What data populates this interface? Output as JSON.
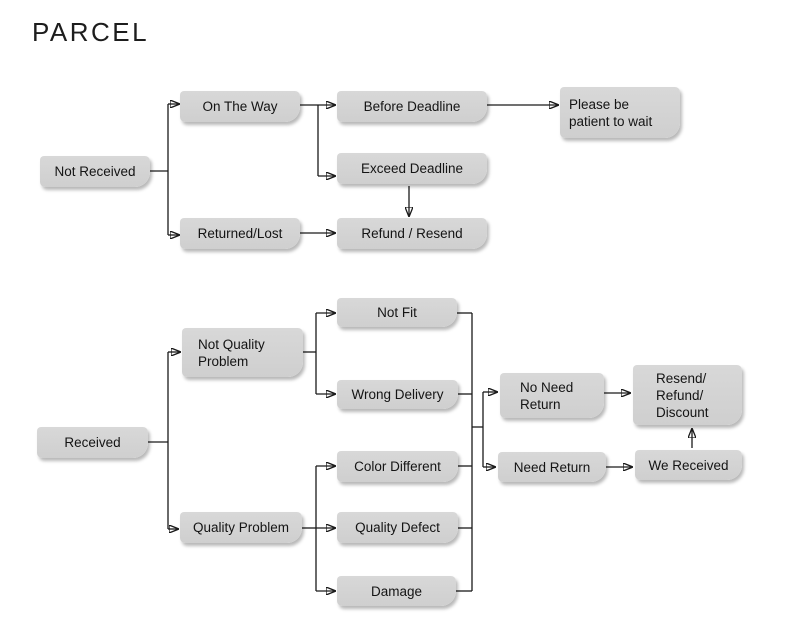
{
  "title": "PARCEL",
  "colors": {
    "background": "#ffffff",
    "node_fill": "#d3d3d3",
    "connector_line": "#1a1a1a",
    "text": "#141414"
  },
  "flowchart": {
    "nodes": {
      "not_received": {
        "label": "Not Received"
      },
      "on_the_way": {
        "label": "On The Way"
      },
      "before_deadline": {
        "label": "Before Deadline"
      },
      "please_wait": {
        "label": "Please be\npatient to wait"
      },
      "exceed_deadline": {
        "label": "Exceed Deadline"
      },
      "returned_lost": {
        "label": "Returned/Lost"
      },
      "refund_resend": {
        "label": "Refund / Resend"
      },
      "received": {
        "label": "Received"
      },
      "not_quality_problem": {
        "label": "Not Quality\nProblem"
      },
      "quality_problem": {
        "label": "Quality Problem"
      },
      "not_fit": {
        "label": "Not Fit"
      },
      "wrong_delivery": {
        "label": "Wrong Delivery"
      },
      "color_different": {
        "label": "Color Different"
      },
      "quality_defect": {
        "label": "Quality Defect"
      },
      "damage": {
        "label": "Damage"
      },
      "no_need_return": {
        "label": "No Need\nReturn"
      },
      "need_return": {
        "label": "Need Return"
      },
      "we_received": {
        "label": "We Received"
      },
      "resend_refund_discount": {
        "label": "Resend/\nRefund/\nDiscount"
      }
    },
    "edges": [
      [
        "not_received",
        "on_the_way"
      ],
      [
        "not_received",
        "returned_lost"
      ],
      [
        "on_the_way",
        "before_deadline"
      ],
      [
        "on_the_way",
        "exceed_deadline"
      ],
      [
        "before_deadline",
        "please_wait"
      ],
      [
        "exceed_deadline",
        "refund_resend"
      ],
      [
        "returned_lost",
        "refund_resend"
      ],
      [
        "received",
        "not_quality_problem"
      ],
      [
        "received",
        "quality_problem"
      ],
      [
        "not_quality_problem",
        "not_fit"
      ],
      [
        "not_quality_problem",
        "wrong_delivery"
      ],
      [
        "quality_problem",
        "color_different"
      ],
      [
        "quality_problem",
        "quality_defect"
      ],
      [
        "quality_problem",
        "damage"
      ],
      [
        "not_fit",
        "merge_junction"
      ],
      [
        "wrong_delivery",
        "merge_junction"
      ],
      [
        "color_different",
        "merge_junction"
      ],
      [
        "quality_defect",
        "merge_junction"
      ],
      [
        "damage",
        "merge_junction"
      ],
      [
        "merge_junction",
        "no_need_return"
      ],
      [
        "merge_junction",
        "need_return"
      ],
      [
        "no_need_return",
        "resend_refund_discount"
      ],
      [
        "need_return",
        "we_received"
      ],
      [
        "we_received",
        "resend_refund_discount"
      ]
    ]
  }
}
